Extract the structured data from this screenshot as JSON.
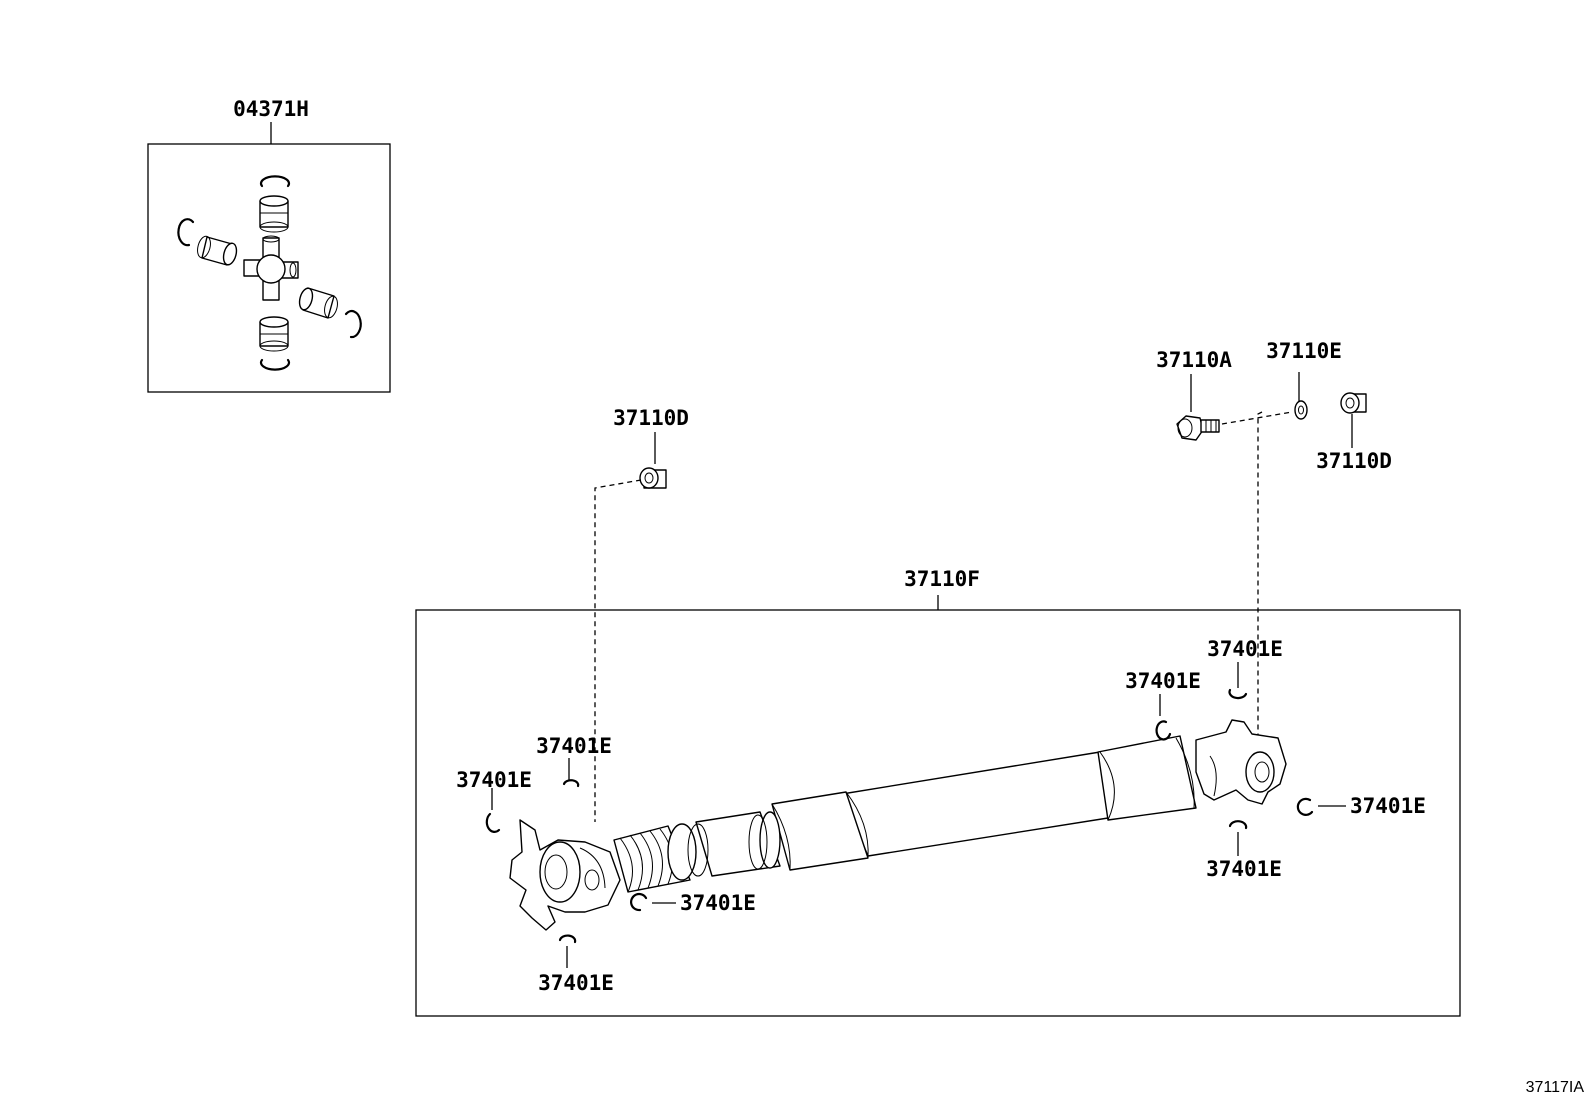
{
  "diagram_id": "37117IA",
  "callouts": {
    "uj_kit": "04371H",
    "shaft_assy": "37110F",
    "bolt": "37110A",
    "washer": "37110E",
    "nut_front": "37110D",
    "nut_rear": "37110D",
    "snap_ring": "37401E"
  }
}
